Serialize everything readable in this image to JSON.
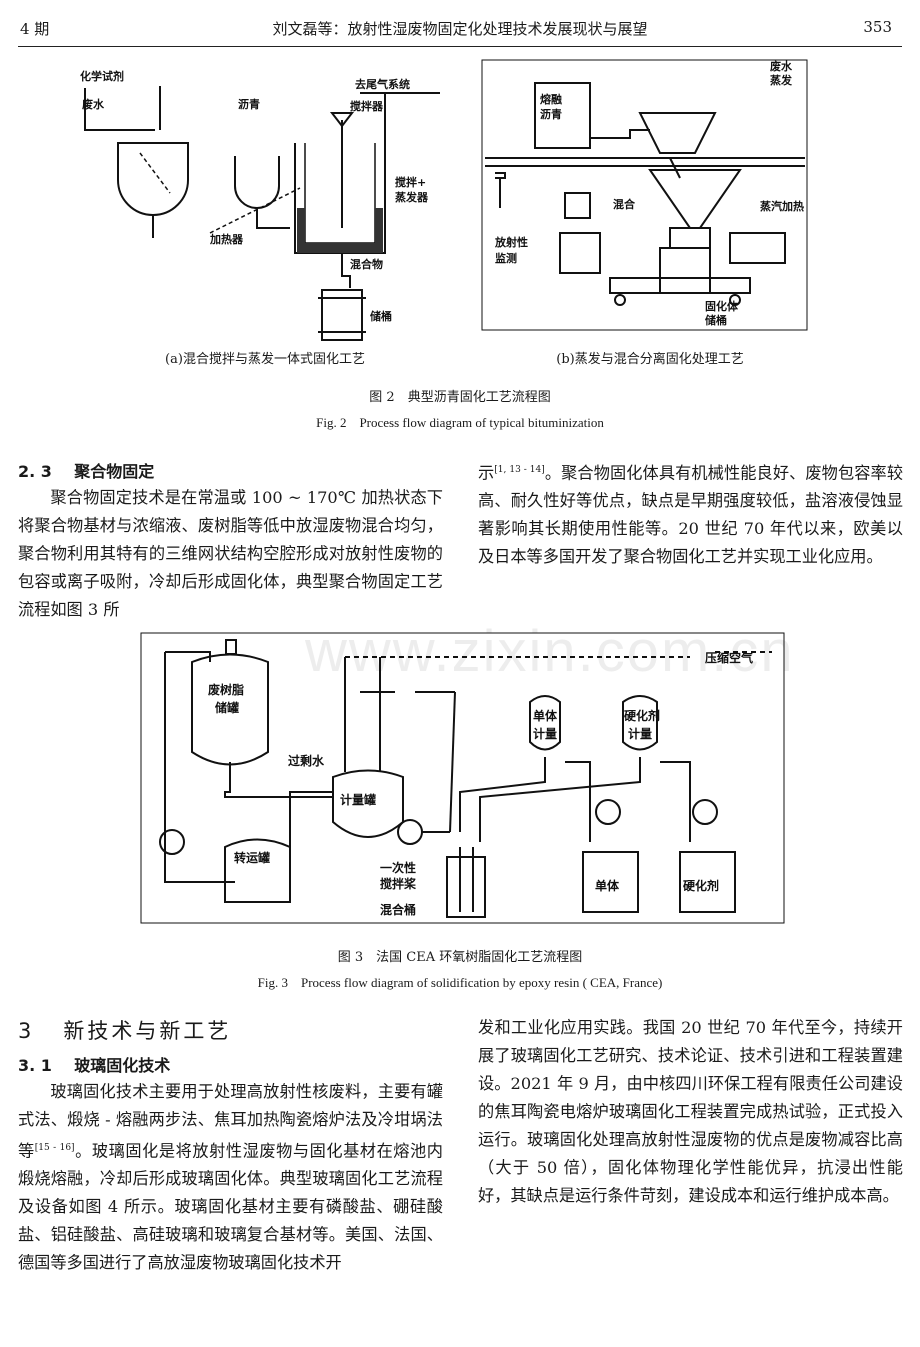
{
  "header": {
    "issue": "4 期",
    "running_title": "刘文磊等：放射性湿废物固定化处理技术发展现状与展望",
    "page_number": "353"
  },
  "fig2": {
    "left": {
      "labels": [
        "化学试剂",
        "废水",
        "沥青",
        "加热器",
        "搅拌器",
        "去尾气系统",
        "搅拌+",
        "蒸发器",
        "混合物",
        "储桶"
      ],
      "subcaption": "(a)混合搅拌与蒸发一体式固化工艺"
    },
    "right": {
      "labels": [
        "熔融",
        "沥青",
        "废水",
        "蒸发",
        "混合",
        "蒸汽加热",
        "放射性",
        "监测",
        "固化体",
        "储桶"
      ],
      "subcaption": "(b)蒸发与混合分离固化处理工艺"
    },
    "caption_cn": "图 2　典型沥青固化工艺流程图",
    "caption_en": "Fig. 2　Process flow diagram of typical bituminization"
  },
  "sec23": {
    "heading_num": "2. 3",
    "heading_title": "聚合物固定",
    "left_para": "聚合物固定技术是在常温或 100 ~ 170℃ 加热状态下将聚合物基材与浓缩液、废树脂等低中放湿废物混合均匀，聚合物利用其特有的三维网状结构空腔形成对放射性废物的包容或离子吸附，冷却后形成固化体，典型聚合物固定工艺流程如图 3 所",
    "right_lead": "示",
    "right_cite": "[1, 13 - 14]",
    "right_para": "。聚合物固化体具有机械性能良好、废物包容率较高、耐久性好等优点，缺点是早期强度较低，盐溶液侵蚀显著影响其长期使用性能等。20 世纪 70 年代以来，欧美以及日本等多国开发了聚合物固化工艺并实现工业化应用。"
  },
  "fig3": {
    "labels": [
      "废树脂",
      "储罐",
      "压缩空气",
      "单体",
      "计量",
      "硬化剂",
      "计量",
      "过剩水",
      "计量罐",
      "转运罐",
      "一次性",
      "搅拌桨",
      "混合桶",
      "单体",
      "硬化剂"
    ],
    "caption_cn": "图 3　法国 CEA 环氧树脂固化工艺流程图",
    "caption_en": "Fig. 3　Process flow diagram of solidification by epoxy resin ( CEA, France)"
  },
  "watermark": "www.zixin.com.cn",
  "sec3": {
    "heading_num": "3",
    "heading_title": "新技术与新工艺",
    "sub_num": "3. 1",
    "sub_title": "玻璃固化技术",
    "left_para_a": "玻璃固化技术主要用于处理高放射性核废料，主要有罐式法、煅烧 - 熔融两步法、焦耳加热陶瓷熔炉法及冷坩埚法等",
    "left_cite": "[15 - 16]",
    "left_para_b": "。玻璃固化是将放射性湿废物与固化基材在熔池内煅烧熔融，冷却后形成玻璃固化体。典型玻璃固化工艺流程及设备如图 4 所示。玻璃固化基材主要有磷酸盐、硼硅酸盐、铝硅酸盐、高硅玻璃和玻璃复合基材等。美国、法国、德国等多国进行了高放湿废物玻璃固化技术开",
    "right_para": "发和工业化应用实践。我国 20 世纪 70 年代至今，持续开展了玻璃固化工艺研究、技术论证、技术引进和工程装置建设。2021 年 9 月，由中核四川环保工程有限责任公司建设的焦耳陶瓷电熔炉玻璃固化工程装置完成热试验，正式投入运行。玻璃固化处理高放射性湿废物的优点是废物减容比高（大于 50 倍），固化体物理化学性能优异，抗浸出性能好，其缺点是运行条件苛刻，建设成本和运行维护成本高。"
  }
}
